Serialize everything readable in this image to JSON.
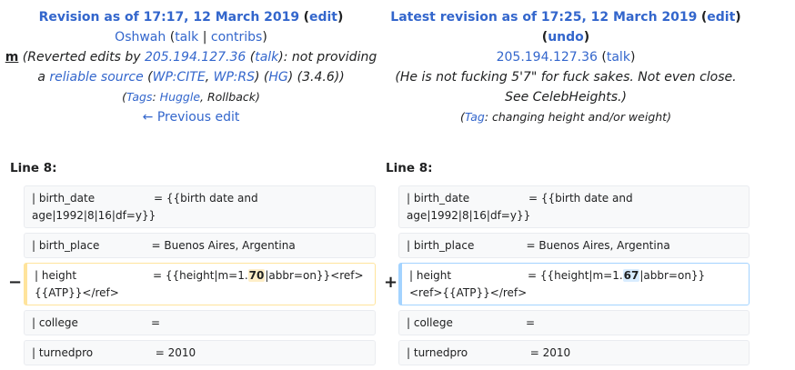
{
  "left": {
    "title": "Revision as of 17:17, 12 March 2019",
    "edit": "edit",
    "user": "Oshwah",
    "talk": "talk",
    "contribs": "contribs",
    "minor": "m",
    "sum1": "(Reverted edits by ",
    "ip": "205.194.127.36",
    "sum2": " (",
    "sum_talk": "talk",
    "sum3": "): not providing",
    "sum4": "a ",
    "reliable": "reliable source",
    "sum5": " (",
    "wpcite": "WP:CITE",
    "comma": ", ",
    "wprs": "WP:RS",
    "sum6": ") (",
    "hg": "HG",
    "sum7": ") (3.4.6))",
    "tags_open": "(",
    "tags_label": "Tags",
    "tags_colon": ": ",
    "tag_huggle": "Huggle",
    "tag_rollback": ", Rollback)",
    "prev": "← Previous edit"
  },
  "right": {
    "title": "Latest revision as of 17:25, 12 March 2019",
    "edit": "edit",
    "undo": "undo",
    "ip": "205.194.127.36",
    "talk": "talk",
    "sum1": "(He is not fucking 5'7\" for fuck sakes. Not even close.",
    "sum2": "See CelebHeights.)",
    "tags_open": "(",
    "tag_label": "Tag",
    "tag_rest": ": changing height and/or weight)"
  },
  "line_label": "Line 8:",
  "rows": {
    "birth_date": "| birth_date                 = {{birth date and\nage|1992|8|16|df=y}}",
    "birth_place": "| birth_place               = Buenos Aires, Argentina",
    "height_left_pre": "| height                      = {{height|m=1.",
    "height_left_mark": "70",
    "height_left_post": "|abbr=on}}<ref>\n{{ATP}}</ref>",
    "height_right_pre": "| height                      = {{height|m=1.",
    "height_right_mark": "67",
    "height_right_post": "|abbr=on}}\n<ref>{{ATP}}</ref>",
    "college": "| college                     =",
    "turnedpro": "| turnedpro                  = 2010"
  },
  "minus": "−",
  "plus": "+"
}
